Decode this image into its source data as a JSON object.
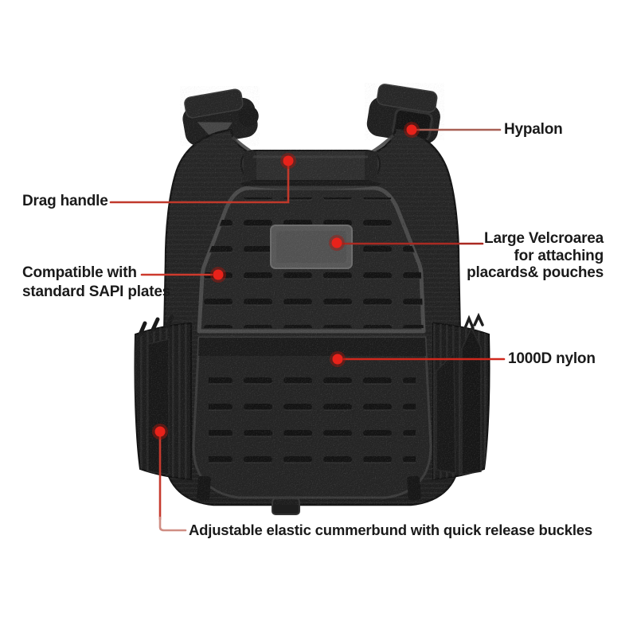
{
  "image_type": "annotated product feature diagram",
  "product": "black tactical plate carrier vest",
  "colors": {
    "background": "#ffffff",
    "vest_black": "#222222",
    "vest_panel": "#262626",
    "velcro_patch_gray": "#575757",
    "callout_dot_red": "#e8221a",
    "leader_line_red": "#c0392b",
    "leader_line_muted": "#a86055",
    "label_text": "#1a1a1a"
  },
  "annotations": {
    "hypalon": {
      "text": "Hypalon"
    },
    "drag_handle": {
      "text": "Drag handle"
    },
    "sapi_plates": {
      "line1": "Compatible with",
      "line2": "standard SAPI plates"
    },
    "velcro_area": {
      "line1": "Large Velcroarea",
      "line2": "for attaching",
      "line3": "placards& pouches"
    },
    "nylon": {
      "text": "1000D nylon"
    },
    "cummerbund": {
      "text": "Adjustable elastic cummerbund with quick release buckles"
    }
  }
}
